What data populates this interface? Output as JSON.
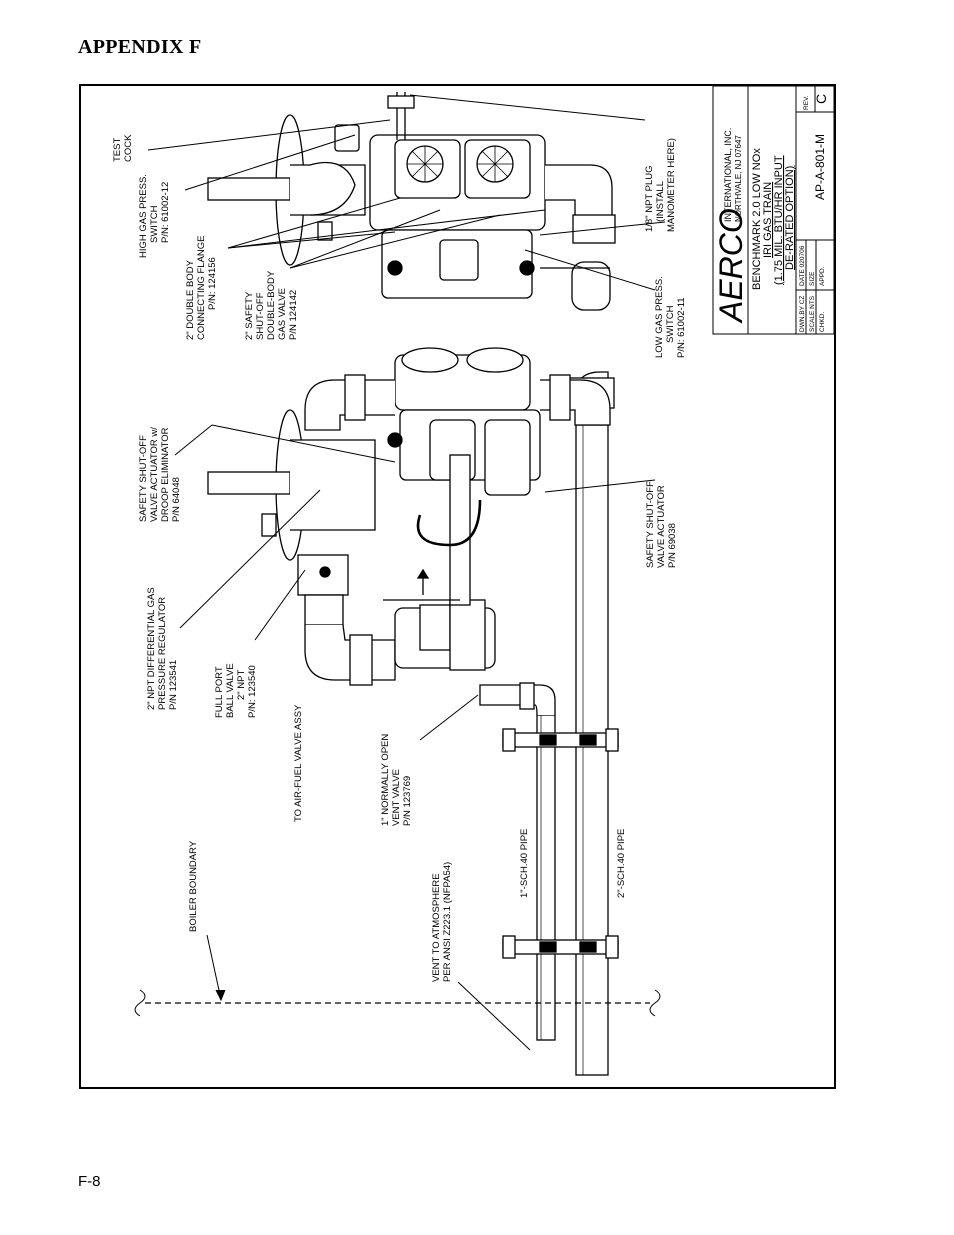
{
  "header": {
    "title": "APPENDIX F"
  },
  "footer": {
    "page": "F-8"
  },
  "labels": {
    "test_cock": [
      "TEST",
      "COCK"
    ],
    "high_gas_switch": [
      "HIGH GAS PRESS.",
      "SWITCH",
      "P/N: 61002-12"
    ],
    "double_body_flange": [
      "2\" DOUBLE BODY",
      "CONNECTING FLANGE",
      "P/N: 124156"
    ],
    "safety_double_body": [
      "2\" SAFETY",
      "SHUT-OFF",
      "DOUBLE-BODY",
      "GAS VALVE",
      "P/N 124142"
    ],
    "npt_plug": [
      "1/8\" NPT PLUG",
      "(INSTALL",
      "MANOMETER HERE)"
    ],
    "low_gas_switch": [
      "LOW GAS PRESS.",
      "SWITCH",
      "P/N: 61002-11"
    ],
    "actuator_droop": [
      "SAFETY SHUT-OFF",
      "VALVE ACTUATOR w/",
      "DROOP ELIMINATOR",
      "P/N 64048"
    ],
    "actuator": [
      "SAFETY SHUT-OFF",
      "VALVE ACTUATOR",
      "P/N 69038"
    ],
    "regulator": [
      "2\" NPT DIFFERENTIAL GAS",
      "PRESSURE REGULATOR",
      "P/N 123541"
    ],
    "ball_valve": [
      "FULL PORT",
      "BALL VALVE",
      "2\" NPT",
      "P/N: 123540"
    ],
    "air_fuel": [
      "TO AIR-FUEL VALVE ASSY"
    ],
    "vent_valve": [
      "1\" NORMALLY OPEN",
      "VENT VALVE",
      "P/N 123769"
    ],
    "pipe_1": [
      "1\"-SCH.40 PIPE"
    ],
    "pipe_2": [
      "2\"-SCH.40 PIPE"
    ],
    "vent_atm": [
      "VENT TO ATMOSPHERE",
      "PER ANSI Z223.1 (NFPA54)"
    ],
    "boiler": [
      "BOILER BOUNDARY"
    ]
  },
  "title_block": {
    "logo": "AERCO",
    "company": "INTERNATIONAL, INC.",
    "address": "NORTHVALE, NJ  07647",
    "desc": [
      "BENCHMARK 2.0 LOW NOx",
      "IRI GAS TRAIN",
      "(1.75 MIL. BTU/HR INPUT",
      "DE-RATED OPTION)"
    ],
    "fields": [
      "DWN.BY  CZ",
      "DATE  020706",
      "SCALE  NTS",
      "SIZE",
      "CHKD.",
      "APPD."
    ],
    "drawing_no": "AP-A-801-M",
    "rev_label": "REV.",
    "rev": "C"
  }
}
